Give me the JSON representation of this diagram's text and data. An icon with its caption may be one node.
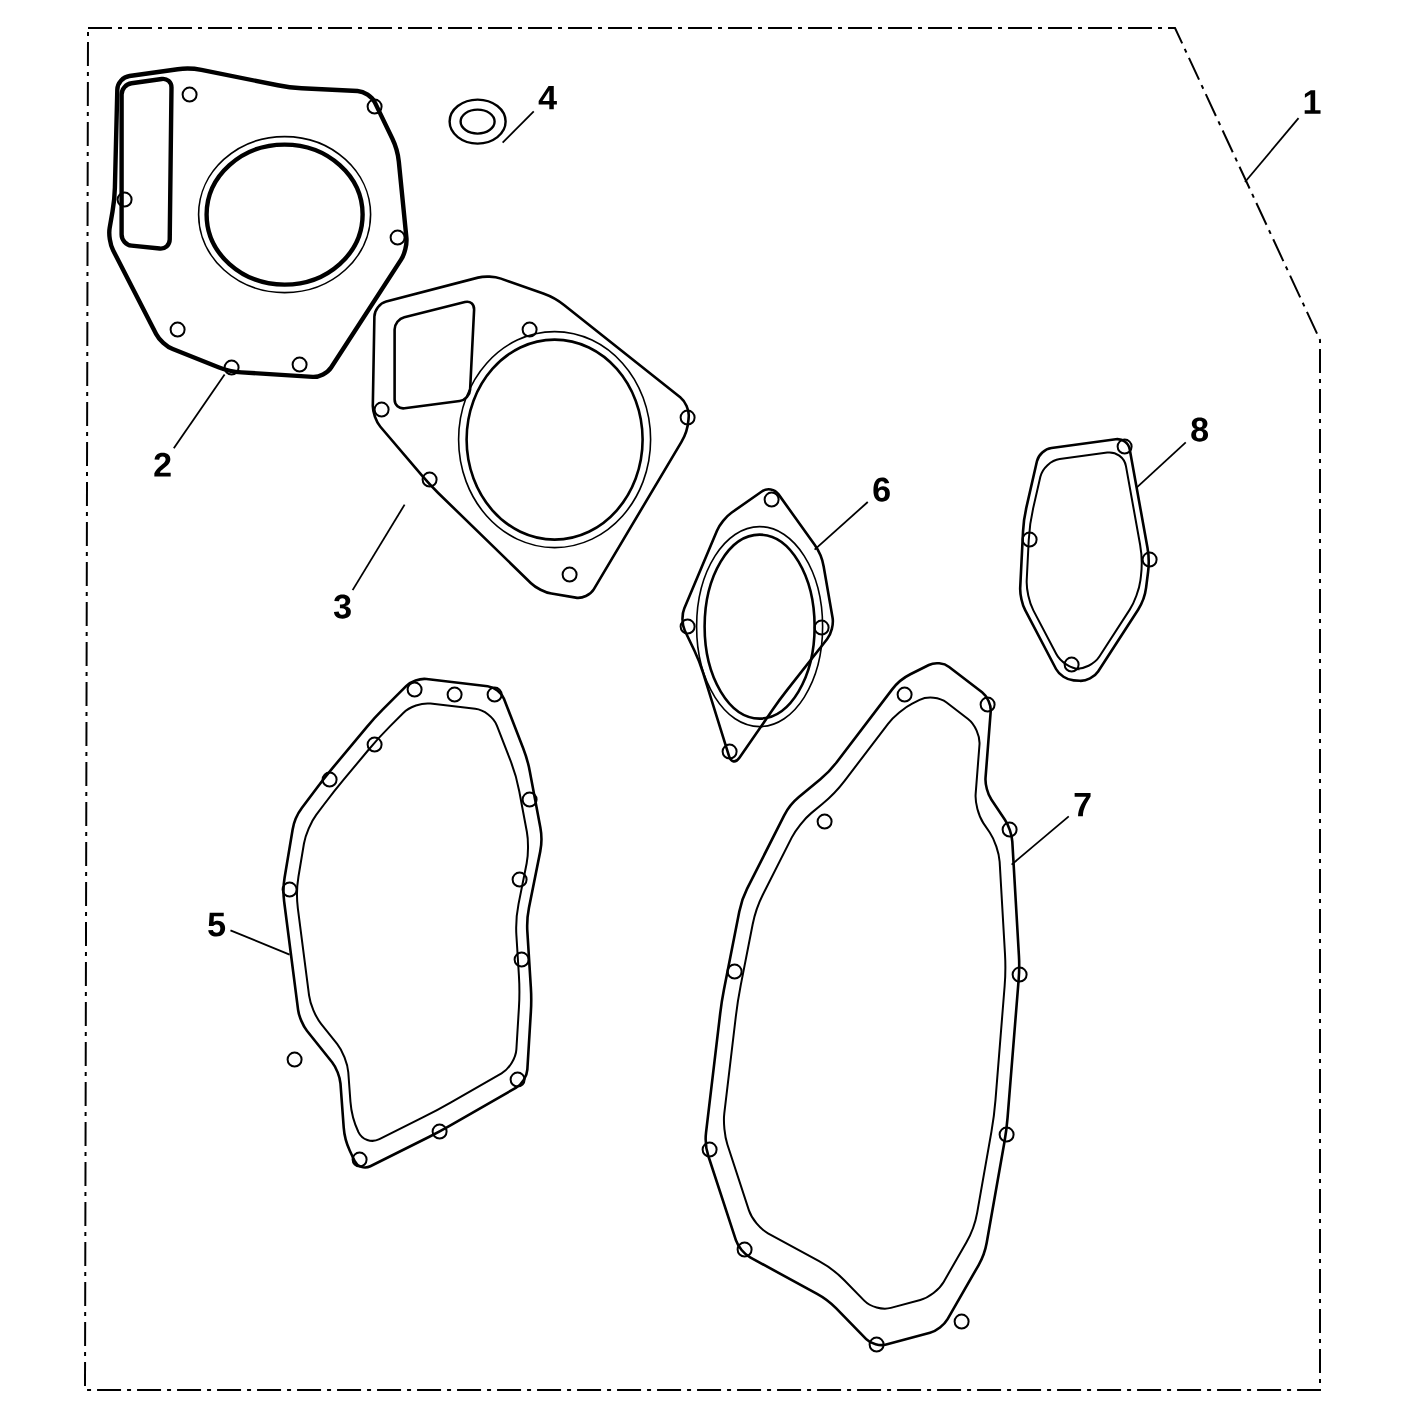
{
  "diagram": {
    "nodes": [
      {
        "text": [],
        "shape": "box"
      },
      {
        "text": [
          "1"
        ]
      },
      {
        "text": [],
        "shape": "picture",
        "in": 0
      },
      {
        "text": [
          "2"
        ],
        "in": 0
      },
      {
        "text": [],
        "shape": "picture",
        "in": 0
      },
      {
        "text": [
          "4"
        ],
        "in": 0
      },
      {
        "text": [],
        "shape": "picture",
        "in": 0
      },
      {
        "text": [
          "3"
        ],
        "in": 0
      },
      {
        "text": [],
        "shape": "picture",
        "in": 0
      },
      {
        "text": [
          "8"
        ],
        "in": 0
      },
      {
        "text": [],
        "shape": "picture",
        "in": 0
      },
      {
        "text": [
          "6"
        ],
        "in": 0
      },
      {
        "text": [],
        "shape": "picture",
        "in": 0
      },
      {
        "text": [
          "5"
        ],
        "in": 0
      },
      {
        "text": [],
        "shape": "picture",
        "in": 0
      },
      {
        "text": [
          "7"
        ],
        "in": 0
      }
    ],
    "edges": [
      {
        "from": 1,
        "to": 0,
        "arrow": "none"
      },
      {
        "from": 3,
        "to": 2,
        "arrow": "none"
      },
      {
        "from": 5,
        "to": 4,
        "arrow": "none"
      },
      {
        "from": 7,
        "to": 6,
        "arrow": "none"
      },
      {
        "from": 9,
        "to": 8,
        "arrow": "none"
      },
      {
        "from": 11,
        "to": 10,
        "arrow": "none"
      },
      {
        "from": 13,
        "to": 12,
        "arrow": "none"
      },
      {
        "from": 15,
        "to": 14,
        "arrow": "none"
      }
    ]
  }
}
